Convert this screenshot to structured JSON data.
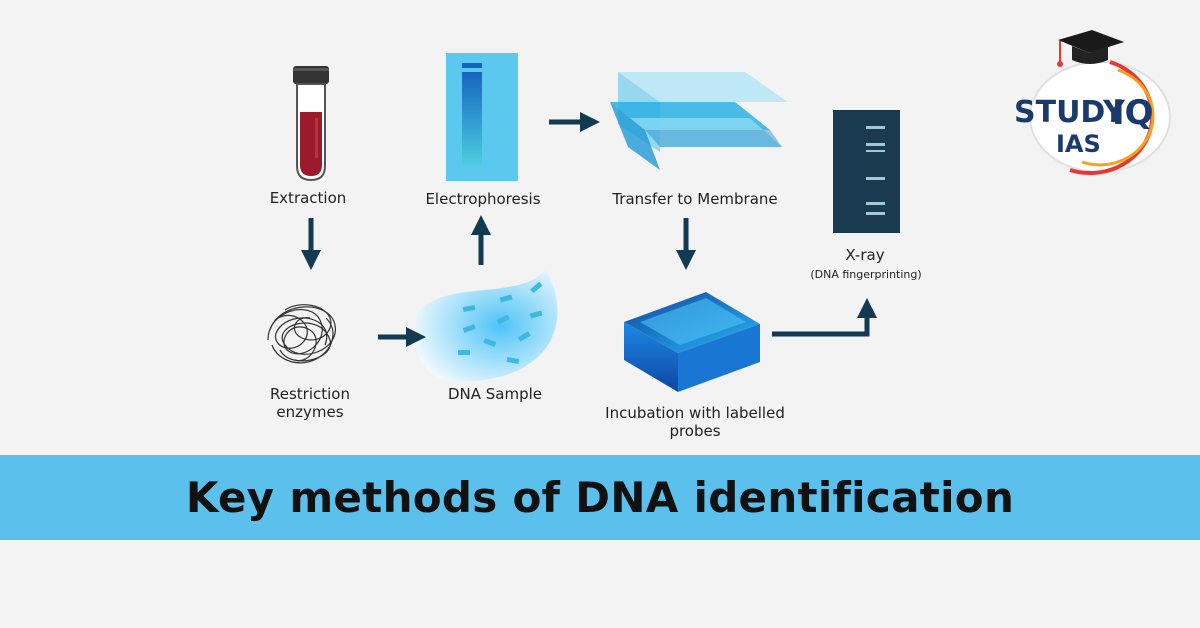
{
  "diagram": {
    "steps": {
      "extraction": "Extraction",
      "electrophoresis": "Electrophoresis",
      "transfer": "Transfer to Membrane",
      "xray": "X-ray",
      "xray_sub": "(DNA fingerprinting)",
      "restriction": [
        "Restriction",
        "enzymes"
      ],
      "dna_sample": "DNA Sample",
      "incubation": [
        "Incubation with labelled",
        "probes"
      ]
    }
  },
  "banner": {
    "title": "Key methods of DNA identification"
  },
  "logo": {
    "line1_left": "STUDY",
    "line1_right": "IQ",
    "line2": "IAS"
  },
  "colors": {
    "banner": "#5bc0eb",
    "arrow": "#123a52",
    "blood": "#9c1a2b",
    "gel": "#5bc8ef",
    "navy": "#1a3a6e",
    "logo_red": "#e53935",
    "logo_orange": "#f7a21b"
  }
}
